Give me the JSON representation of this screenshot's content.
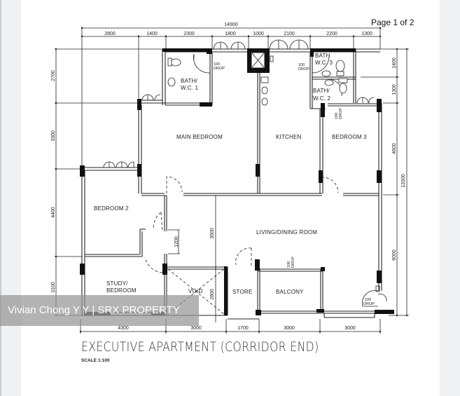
{
  "page": {
    "indicator": "Page 1 of 2"
  },
  "plan": {
    "title": "EXECUTIVE APARTMENT (CORRIDOR END)",
    "scale": "SCALE 1:100",
    "rooms": {
      "bath_wc_1": [
        "BATH/",
        "W.C.  1"
      ],
      "bath_wc_2": [
        "BATH/",
        "W.C.  2"
      ],
      "bath_wc_3": [
        "BATH",
        "W.C.  3"
      ],
      "main_bedroom": "MAIN  BEDROOM",
      "kitchen": "KITCHEN",
      "bedroom_3": "BEDROOM  3",
      "bedroom_2": "BEDROOM  2",
      "living_dining": "LIVING/DINING  ROOM",
      "study_bedroom": [
        "STUDY/",
        "BEDROOM"
      ],
      "void": "VOID",
      "store": "STORE",
      "balcony": "BALCONY"
    },
    "drop_label": [
      "100",
      "DROP"
    ],
    "dimensions": {
      "top_total": "14900",
      "top": [
        "2800",
        "1400",
        "2300",
        "1800",
        "1000",
        "2100",
        "2200",
        "1300"
      ],
      "left": [
        "2700",
        "3300",
        "4400",
        "3100"
      ],
      "right": [
        "1400",
        "1300",
        "4600",
        "6000"
      ],
      "right_total": "13300",
      "bottom": [
        "4300",
        "3000",
        "1700",
        "3000",
        "3000"
      ],
      "interior": {
        "corridor_height": "3500",
        "door_gap": "1200",
        "void_height": "2800"
      }
    }
  },
  "watermark": {
    "text": "Vivian Chong Y Y | SRX PROPERTY"
  }
}
